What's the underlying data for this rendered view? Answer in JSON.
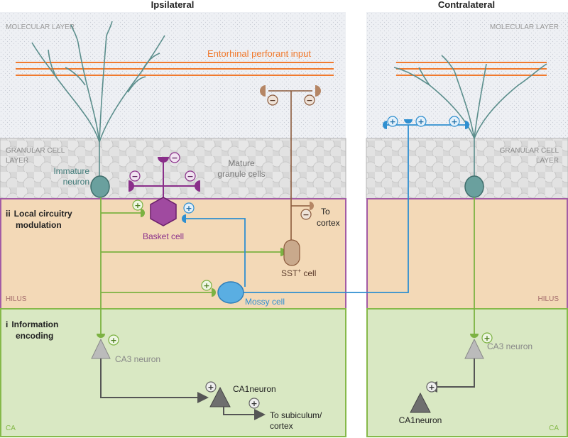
{
  "headings": {
    "ipsilateral": "Ipsilateral",
    "contralateral": "Contralateral"
  },
  "layers": {
    "molecular": "MOLECULAR LAYER",
    "granular_line1": "GRANULAR CELL",
    "granular_line2": "LAYER",
    "hilus": "HILUS",
    "ca": "CA"
  },
  "labels": {
    "entorhinal": "Entorhinal perforant input",
    "immature_line1": "Immature",
    "immature_line2": "neuron",
    "mature_line1": "Mature",
    "mature_line2": "granule cells",
    "basket": "Basket cell",
    "sst_main": "SST",
    "sst_sup": "+",
    "sst_rest": " cell",
    "mossy": "Mossy cell",
    "to_cortex_line1": "To",
    "to_cortex_line2": "cortex",
    "ca3_neuron": "CA3 neuron",
    "ca1_neuron": "CA1neuron",
    "to_subiculum_line1": "To subiculum/",
    "to_subiculum_line2": "cortex"
  },
  "functions": {
    "local_numeral": "ii",
    "local_line1": "Local circuitry",
    "local_line2": "modulation",
    "info_numeral": "i",
    "info_line1": "Information",
    "info_line2": "encoding"
  },
  "signs": {
    "plus": "+",
    "minus": "−"
  },
  "colors": {
    "molecular_bg": "#eceef2",
    "granular_bg": "#dcdcdc",
    "hilus_bg": "#f3d9b7",
    "ca_bg": "#d9e8c3",
    "hilus_border": "#a35ca5",
    "ca_border": "#86b94a",
    "perforant": "#f07a2e",
    "neuron_teal": "#5b8e8c",
    "basket_purple": "#8a2f8a",
    "mossy_blue": "#2f8fd0",
    "sst_brown": "#8b5a3c",
    "green_axon": "#7cb242",
    "ca_neuron_gray": "#888888"
  }
}
